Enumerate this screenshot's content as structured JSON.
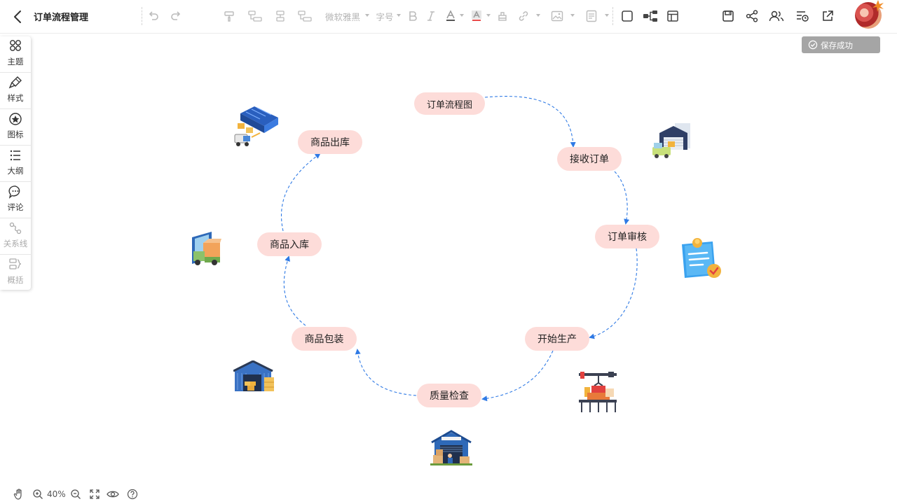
{
  "header": {
    "title": "订单流程管理",
    "font_family_label": "微软雅黑",
    "font_size_label": "字号",
    "icons": [
      "back-arrow-icon",
      "undo-icon",
      "redo-icon",
      "format-painter-icon",
      "insert-child-node-icon",
      "insert-sibling-node-icon",
      "insert-parent-node-icon",
      "bold-icon",
      "italic-icon",
      "font-color-icon",
      "highlight-color-icon",
      "clear-format-icon",
      "link-icon",
      "image-icon",
      "note-icon",
      "border-icon",
      "structure-icon",
      "layout-icon",
      "save-icon",
      "share-icon",
      "collaborators-icon",
      "history-icon",
      "export-icon",
      "avatar"
    ]
  },
  "sidebar": {
    "items": [
      {
        "label": "主题",
        "icon": "theme-icon",
        "enabled": true
      },
      {
        "label": "样式",
        "icon": "style-brush-icon",
        "enabled": true
      },
      {
        "label": "图标",
        "icon": "icon-star-icon",
        "enabled": true
      },
      {
        "label": "大纲",
        "icon": "outline-list-icon",
        "enabled": true
      },
      {
        "label": "评论",
        "icon": "comment-icon",
        "enabled": true
      },
      {
        "label": "关系线",
        "icon": "relation-line-icon",
        "enabled": false
      },
      {
        "label": "概括",
        "icon": "summary-icon",
        "enabled": false
      }
    ]
  },
  "toast": {
    "text": "保存成功",
    "icon": "check-circle-icon"
  },
  "mindmap": {
    "root": "订单流程图",
    "nodes": [
      "接收订单",
      "订单审核",
      "开始生产",
      "质量检查",
      "商品包装",
      "商品入库",
      "商品出库"
    ],
    "node_color": "#fddcd9",
    "connector_color": "#2f7ae5"
  },
  "footer": {
    "zoom": "40%"
  },
  "colors": {
    "accent": "#2f7ae5",
    "toast_bg": "#a5a5a5",
    "toolbar_icon": "#555555",
    "toolbar_disabled": "#bbbbbb"
  }
}
